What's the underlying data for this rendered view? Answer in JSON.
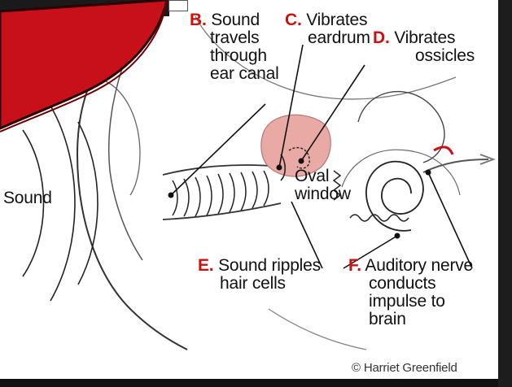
{
  "labels": {
    "b_letter": "B.",
    "b_text": [
      "Sound",
      "travels",
      "through",
      "ear canal"
    ],
    "c_letter": "C.",
    "c_text": [
      "Vibrates",
      "eardrum"
    ],
    "d_letter": "D.",
    "d_text": [
      "Vibrates",
      "ossicles"
    ],
    "sound": "Sound",
    "oval_window": [
      "Oval",
      "window"
    ],
    "e_letter": "E.",
    "e_text": [
      "Sound ripples",
      "hair cells"
    ],
    "f_letter": "F.",
    "f_text": [
      "Auditory nerve",
      "conducts",
      "impulse to",
      "brain"
    ]
  },
  "credit": "© Harriet Greenfield",
  "colors": {
    "bubble_fill": "#c8101a",
    "bubble_outline": "#2a0000",
    "middle_ear_fill": "#e9a9a4",
    "line": "#222222",
    "letter": "#cc1111"
  }
}
